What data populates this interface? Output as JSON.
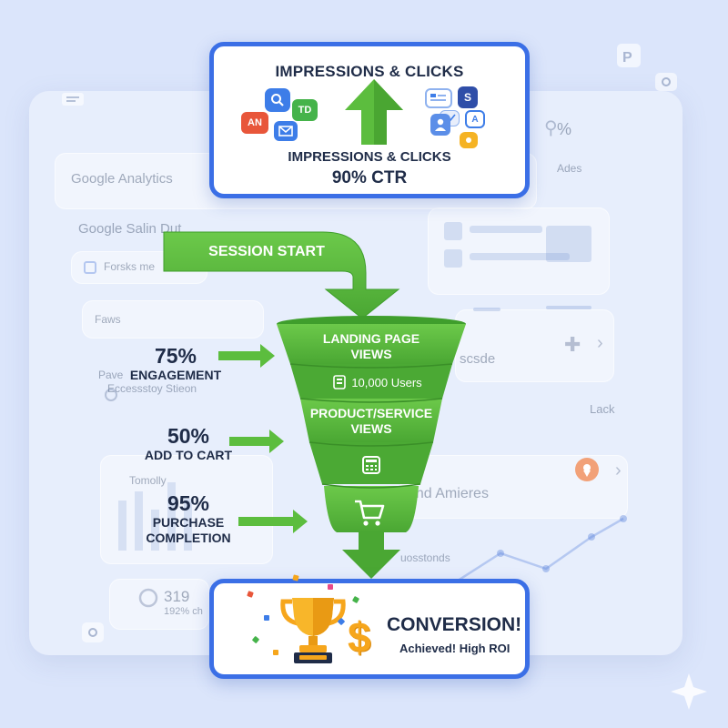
{
  "background": {
    "app_title": "Google Analytics",
    "row2": "Google Salin Dut",
    "row3": "Forsks me",
    "row4": "Faws",
    "row5": "Pave",
    "row6": "Eccessstoy Stieon",
    "right1": "Ades",
    "right2": "Lack",
    "right3": "scsde",
    "right4": "and Amieres",
    "right5": "uosstonds",
    "row7": "Tomolly",
    "stat_value": "319",
    "stat_sub": "192% ch",
    "corner_percent": "%"
  },
  "top": {
    "title": "IMPRESSIONS & CLICKS",
    "subtitle": "IMPRESSIONS & CLICKS",
    "ctr": "90% CTR",
    "icon_an": "AN",
    "icon_td": "TD",
    "icon_s": "S",
    "icon_a": "A"
  },
  "funnel": {
    "session_start": "SESSION START",
    "landing_line1": "LANDING PAGE",
    "landing_line2": "VIEWS",
    "users": "10,000 Users",
    "product_line1": "PRODUCT/SERVICE",
    "product_line2": "VIEWS"
  },
  "stages": [
    {
      "percent": "75%",
      "label": "ENGAGEMENT"
    },
    {
      "percent": "50%",
      "label": "ADD TO CART"
    },
    {
      "percent": "95%",
      "label_line1": "PURCHASE",
      "label_line2": "COMPLETION"
    }
  ],
  "conversion": {
    "title": "CONVERSION!",
    "subtitle": "Achieved! High ROI",
    "dollar": "$"
  },
  "colors": {
    "accent_blue": "#3b6fe6",
    "funnel_green": "#5cbd3e",
    "funnel_dark_green": "#3f9e2c",
    "gold": "#f6a61c"
  }
}
